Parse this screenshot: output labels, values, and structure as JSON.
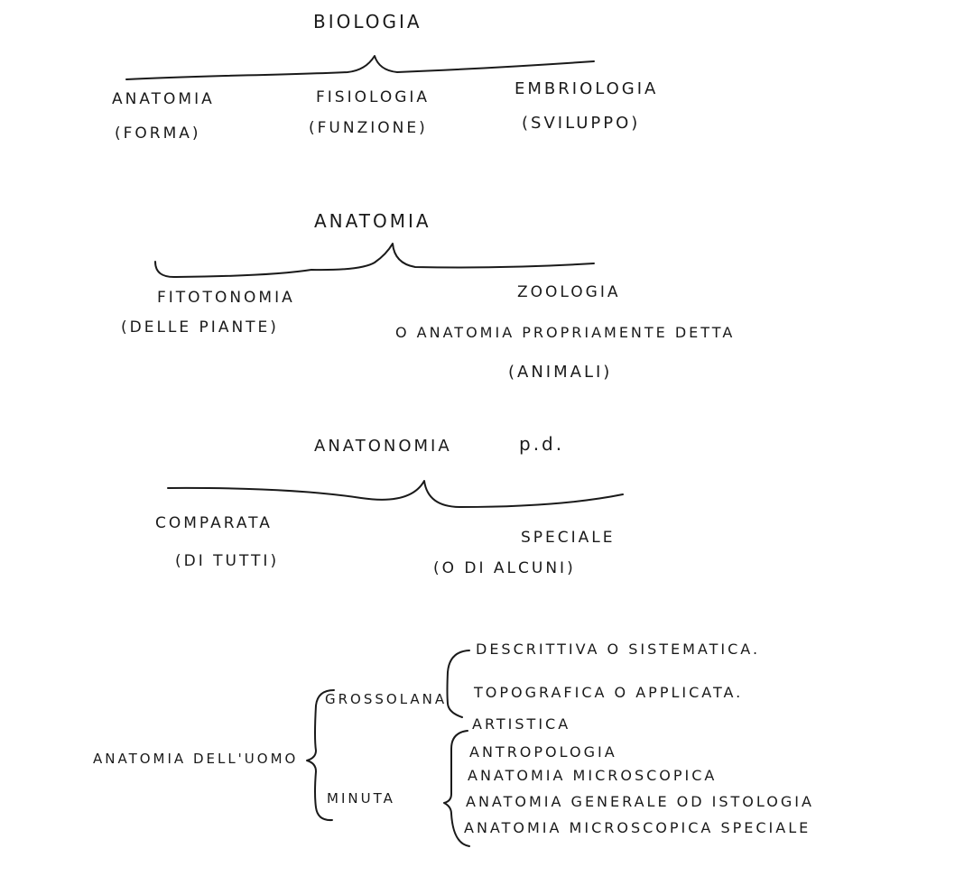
{
  "tree1": {
    "root": "BIOLOGIA",
    "children": [
      {
        "name": "ANATOMIA",
        "note": "(FORMA)"
      },
      {
        "name": "FISIOLOGIA",
        "note": "(FUNZIONE)"
      },
      {
        "name": "EMBRIOLOGIA",
        "note": "(SVILUPPO)"
      }
    ]
  },
  "tree2": {
    "root": "ANATOMIA",
    "left": {
      "name": "FITOTONOMIA",
      "note": "(DELLE PIANTE)"
    },
    "right": {
      "name": "ZOOLOGIA",
      "alt": "O ANATOMIA PROPRIAMENTE DETTA",
      "note": "(ANIMALI)"
    }
  },
  "tree3": {
    "root": "ANATONOMIA",
    "root_suffix": "p.d.",
    "left": {
      "name": "COMPARATA",
      "note": "(DI TUTTI)"
    },
    "right": {
      "name": "SPECIALE",
      "note": "(O DI ALCUNI)"
    }
  },
  "tree4": {
    "root": "ANATOMIA DELL'UOMO",
    "branches": [
      {
        "name": "GROSSOLANA",
        "items": [
          "DESCRITTIVA O SISTEMATICA.",
          "TOPOGRAFICA O APPLICATA.",
          "ARTISTICA"
        ]
      },
      {
        "name": "MINUTA",
        "items": [
          "ANTROPOLOGIA",
          "ANATOMIA MICROSCOPICA",
          "ANATOMIA GENERALE OD ISTOLOGIA",
          "ANATOMIA MICROSCOPICA SPECIALE"
        ]
      }
    ]
  }
}
